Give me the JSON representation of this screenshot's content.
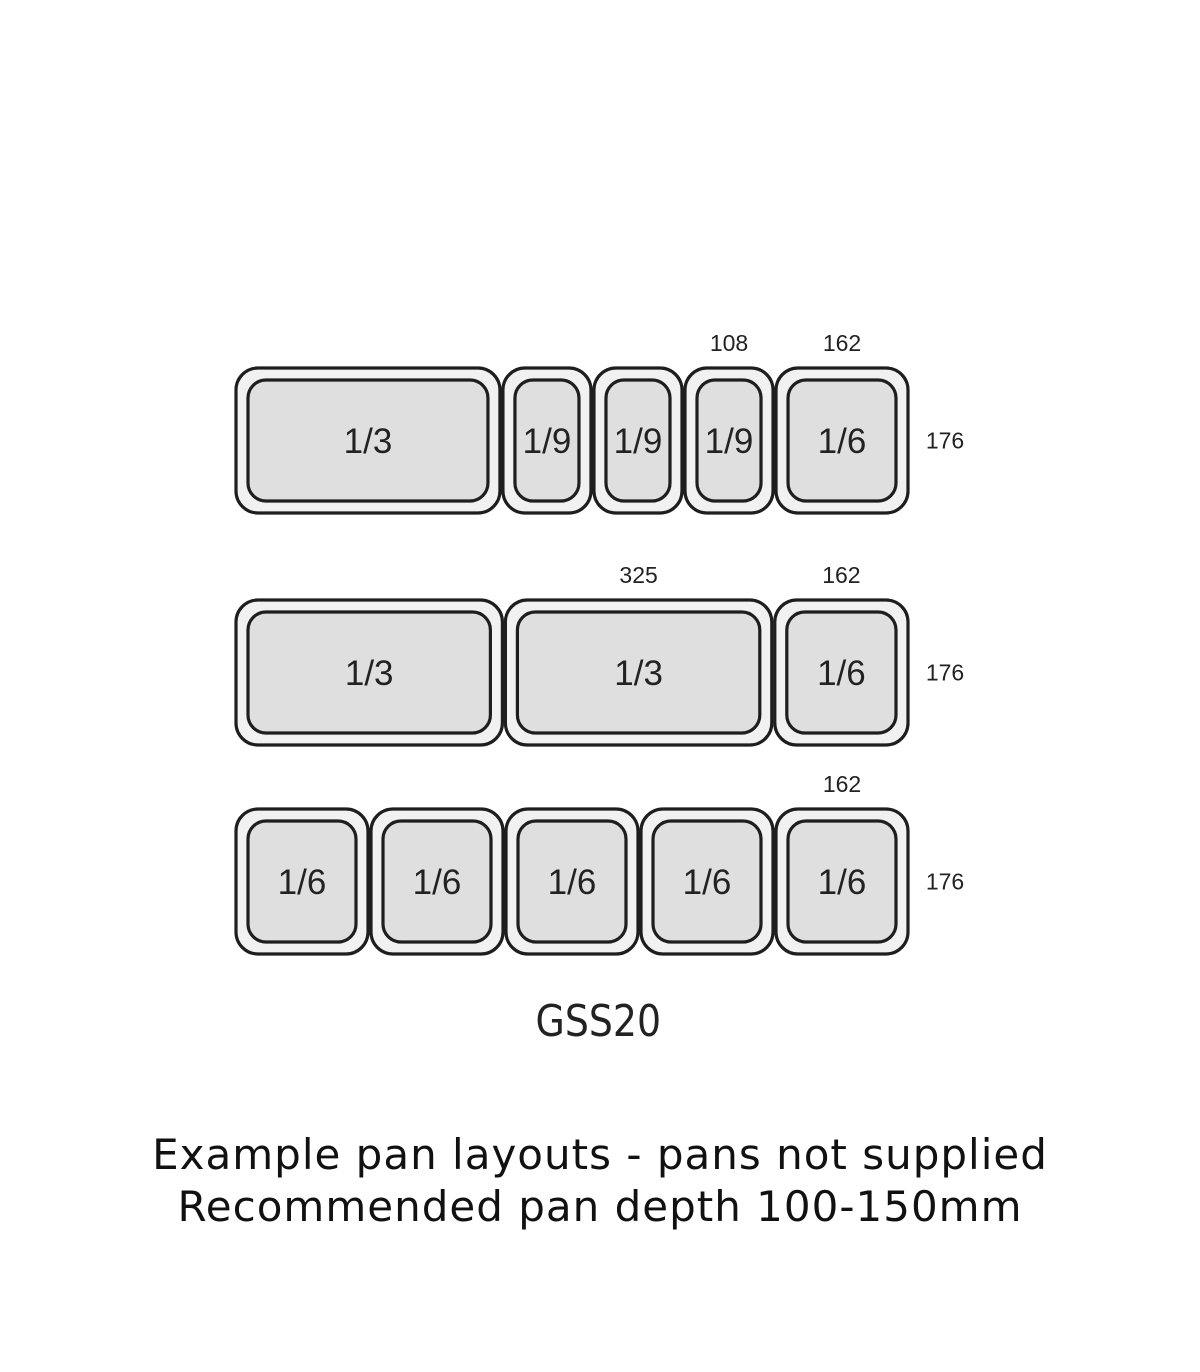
{
  "layouts": [
    {
      "name": "row-1",
      "pans": [
        "1/3",
        "1/9",
        "1/9",
        "1/9",
        "1/6"
      ],
      "width_labels": [
        null,
        null,
        null,
        "108",
        "162"
      ],
      "height_label": "176"
    },
    {
      "name": "row-2",
      "pans": [
        "1/3",
        "1/3",
        "1/6"
      ],
      "width_labels": [
        null,
        "325",
        "162"
      ],
      "height_label": "176"
    },
    {
      "name": "row-3",
      "pans": [
        "1/6",
        "1/6",
        "1/6",
        "1/6",
        "1/6"
      ],
      "width_labels": [
        null,
        null,
        null,
        null,
        "162"
      ],
      "height_label": "176"
    }
  ],
  "model": "GSS20",
  "caption": {
    "line1": "Example pan layouts - pans not supplied",
    "line2": "Recommended pan depth 100-150mm"
  }
}
